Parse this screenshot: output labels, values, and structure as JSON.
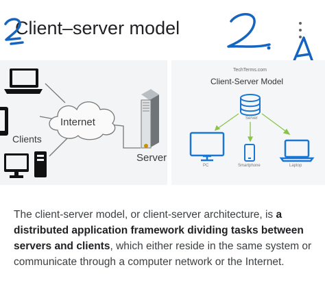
{
  "header": {
    "title": "Client–server model",
    "menu_icon": "more-vert-icon"
  },
  "handwriting": {
    "color": "#1565c0",
    "left_mark": "2",
    "right_mark": "2. A"
  },
  "image_left": {
    "internet_label": "Internet",
    "clients_label": "Clients",
    "server_label": "Server"
  },
  "image_right": {
    "site": "TechTerms.com",
    "title": "Client-Server Model",
    "server_label": "Server",
    "pc_label": "PC",
    "phone_label": "Smartphone",
    "laptop_label": "Laptop",
    "accent_color": "#1976d2",
    "arrow_color": "#8bc34a"
  },
  "description": {
    "part1": "The client-server model, or client-server architecture, is ",
    "bold": "a distributed application framework dividing tasks between servers and clients",
    "part2": ", which either reside in the same system or communicate through a computer network or the Internet."
  }
}
